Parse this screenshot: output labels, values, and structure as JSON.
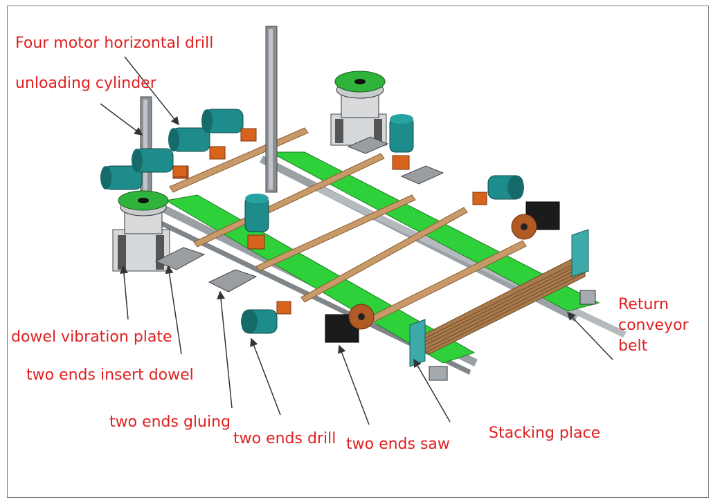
{
  "labels": {
    "four_motor_drill": "Four motor horizontal drill",
    "unloading_cylinder": "unloading cylinder",
    "dowel_vibration_plate": "dowel vibration plate",
    "insert_dowel": "two ends insert dowel",
    "gluing": "two ends gluing",
    "drill": "two ends drill",
    "saw": "two ends saw",
    "stacking": "Stacking place",
    "return_conveyor_line1": "Return",
    "return_conveyor_line2": "conveyor",
    "return_conveyor_line3": "belt"
  },
  "colors": {
    "label": "#e02020",
    "belt_green": "#2fd13a",
    "wood": "#b8865a",
    "motor_teal": "#1f8c8c",
    "coupling_orange": "#d8631c",
    "frame_grey": "#8a8f94",
    "saw_blade": "#b05a24",
    "saw_motor": "#1b1b1b"
  }
}
